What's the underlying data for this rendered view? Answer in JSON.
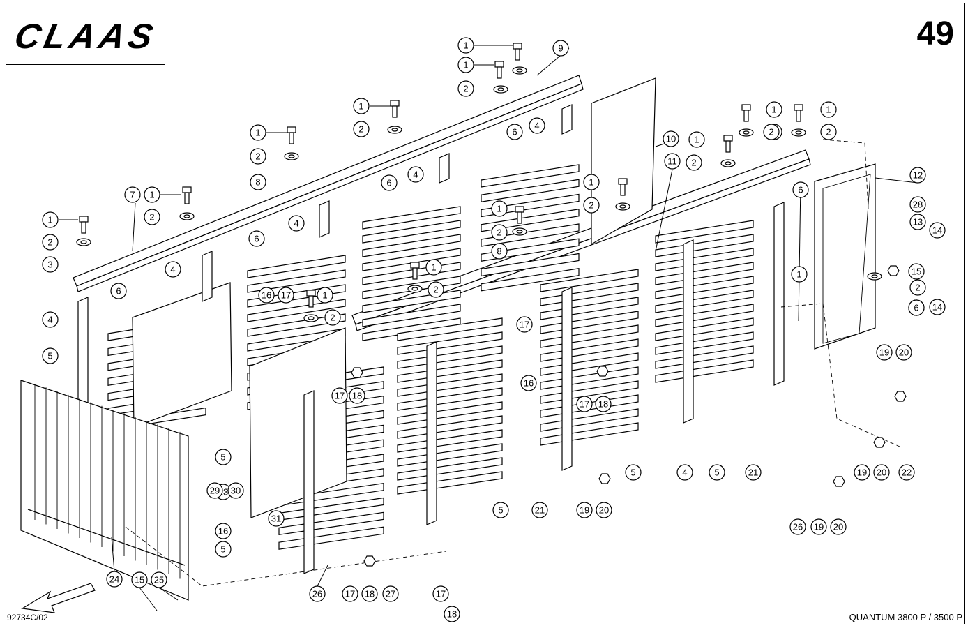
{
  "header": {
    "brand": "CLAAS",
    "page_number": "49"
  },
  "footer": {
    "document_code": "92734C/02",
    "model": "QUANTUM 3800 P / 3500 P"
  },
  "callouts": [
    "1",
    "1",
    "1",
    "1",
    "1",
    "1",
    "1",
    "1",
    "1",
    "1",
    "1",
    "1",
    "1",
    "1",
    "2",
    "2",
    "2",
    "2",
    "2",
    "2",
    "2",
    "2",
    "2",
    "2",
    "2",
    "2",
    "2",
    "2",
    "3",
    "4",
    "4",
    "4",
    "4",
    "4",
    "4",
    "4",
    "5",
    "5",
    "5",
    "5",
    "5",
    "5",
    "5",
    "6",
    "6",
    "6",
    "6",
    "6",
    "6",
    "7",
    "8",
    "8",
    "9",
    "10",
    "11",
    "12",
    "13",
    "14",
    "14",
    "15",
    "15",
    "16",
    "16",
    "16",
    "17",
    "17",
    "17",
    "17",
    "17",
    "17",
    "18",
    "18",
    "18",
    "18",
    "19",
    "19",
    "19",
    "19",
    "20",
    "20",
    "20",
    "20",
    "21",
    "21",
    "22",
    "23",
    "24",
    "25",
    "26",
    "26",
    "27",
    "28",
    "29",
    "30",
    "31"
  ]
}
